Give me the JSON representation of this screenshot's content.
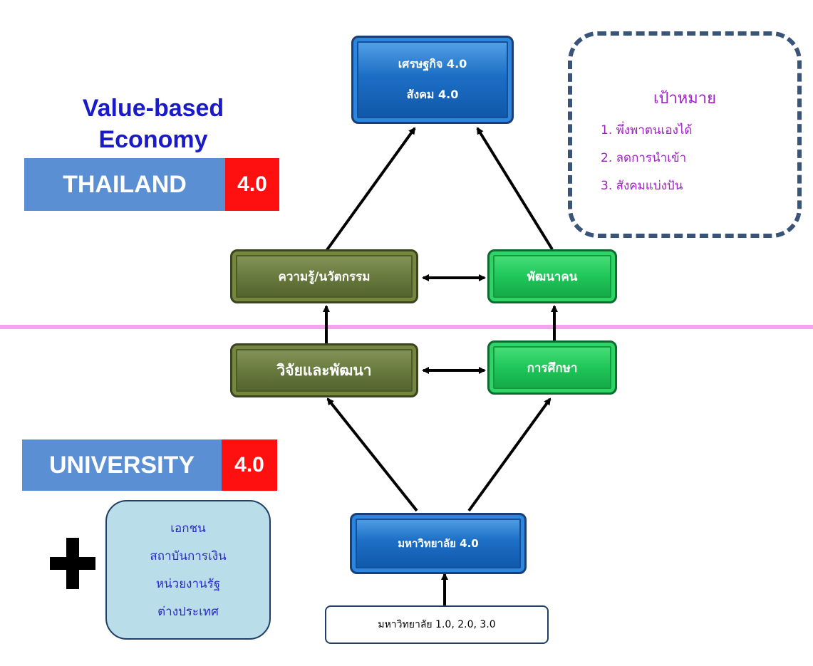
{
  "title": {
    "line1": "Value-based",
    "line2": "Economy"
  },
  "thailand_bar": {
    "label": "THAILAND",
    "num": "4.0"
  },
  "university_bar": {
    "label": "UNIVERSITY",
    "num": "4.0"
  },
  "top_box": {
    "line1": "เศรษฐกิจ 4.0",
    "line2": "สังคม 4.0"
  },
  "goal": {
    "title": "เป้าหมาย",
    "items": [
      "1. พึ่งพาตนเองได้",
      "2. ลดการนำเข้า",
      "3. สังคมแบ่งปัน"
    ]
  },
  "knowledge_box": "ความรู้/นวัตกรรม",
  "people_box": "พัฒนาคน",
  "research_box": "วิจัยและพัฒนา",
  "education_box": "การศึกษา",
  "university_box": "มหาวิทยาลัย 4.0",
  "base_box": "มหาวิทยาลัย 1.0, 2.0, 3.0",
  "partners": [
    "เอกชน",
    "สถาบันการเงิน",
    "หน่วยงานรัฐ",
    "ต่างประเทศ"
  ],
  "colors": {
    "title_blue": "#1a1ac8",
    "bar_blue": "#5b8fd4",
    "bar_red": "#ff1010",
    "goal_purple": "#a020c8",
    "divider_pink": "#f0a6ee"
  }
}
